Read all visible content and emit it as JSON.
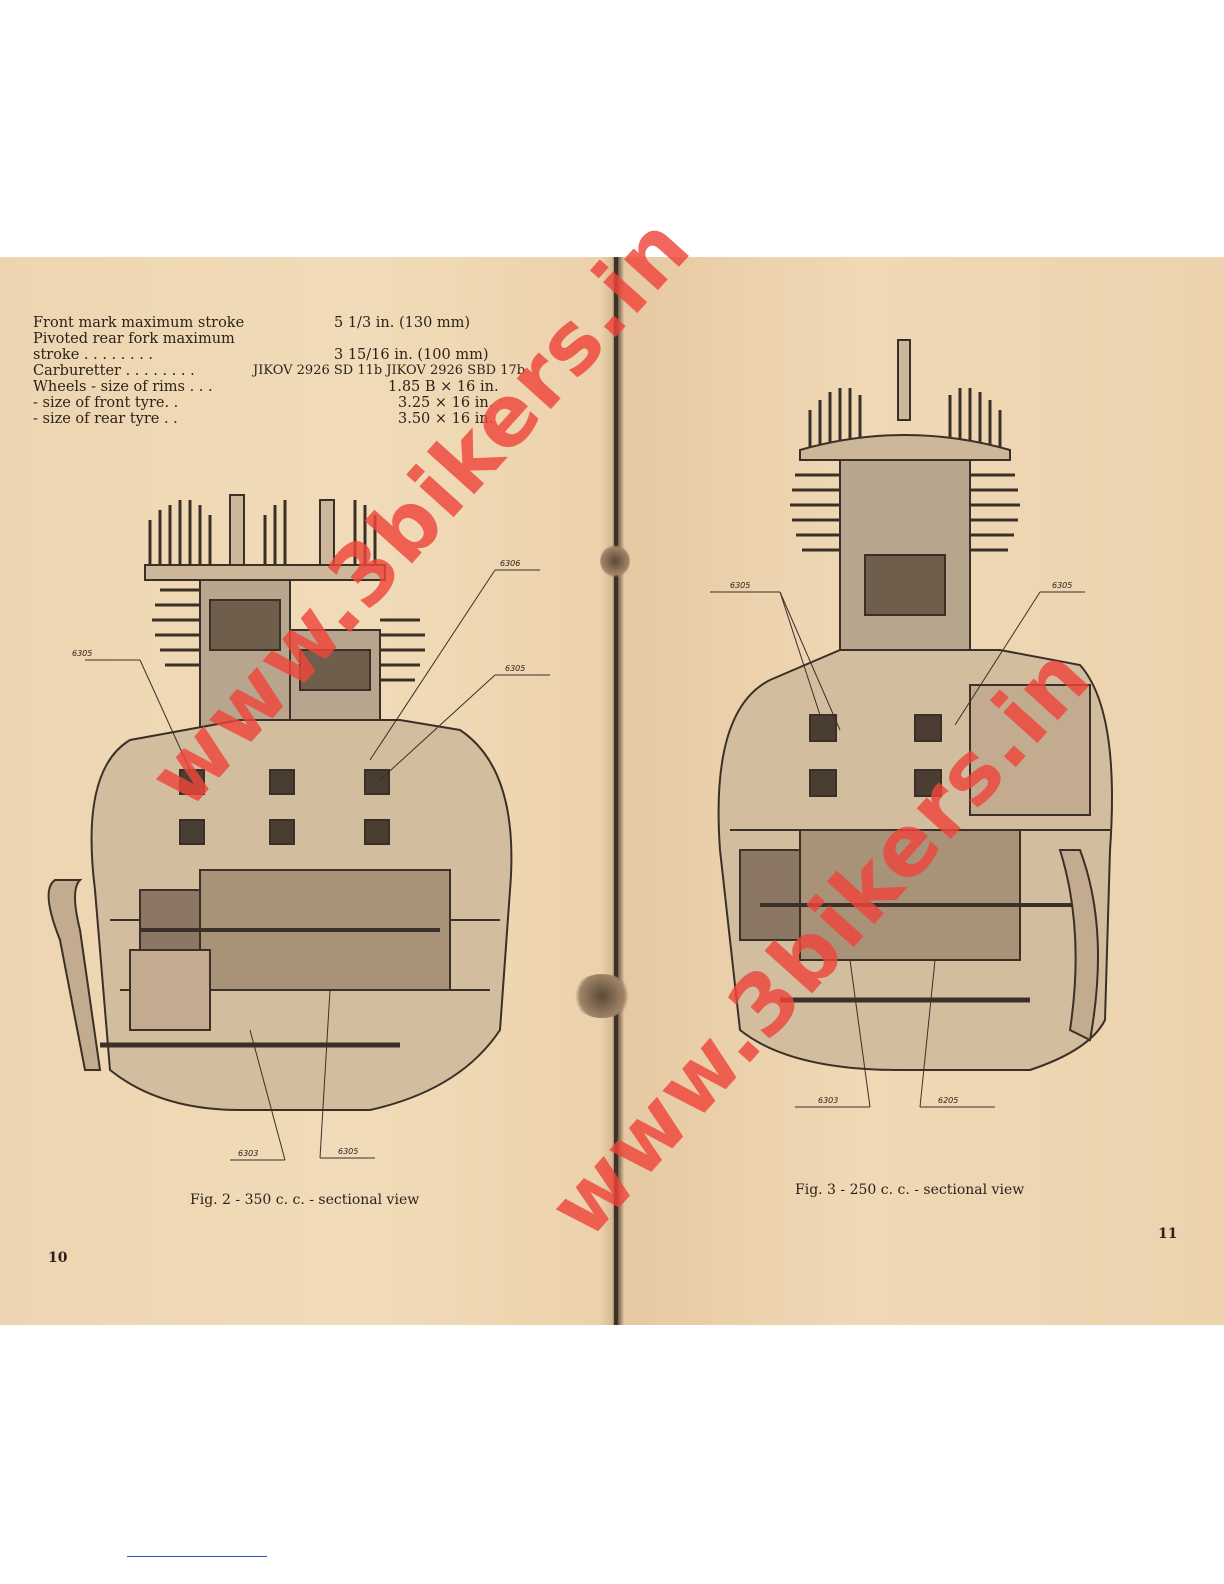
{
  "left_page": {
    "specs": [
      {
        "label": "Front mark maximum stroke",
        "value": "5 1/3 in. (130 mm)"
      },
      {
        "label": "Pivoted rear fork maximum",
        "value": ""
      },
      {
        "label": "    stroke . . . . . . . .",
        "value": "3 15/16 in. (100 mm)"
      },
      {
        "label": "Carburetter . . . . . . . .",
        "value": "JIKOV 2926 SD 11b JIKOV 2926 SBD 17b"
      },
      {
        "label": "Wheels - size of rims . . .",
        "value": "1.85 B × 16 in."
      },
      {
        "label": "        - size of front tyre. .",
        "value": "3.25 × 16 in."
      },
      {
        "label": "        - size of rear tyre . .",
        "value": "3.50 × 16 in."
      }
    ],
    "figure_labels": [
      "6306",
      "6305",
      "6305",
      "6303",
      "6305"
    ],
    "caption": "Fig. 2 - 350 c. c. - sectional view",
    "page_number": "10"
  },
  "right_page": {
    "figure_labels": [
      "6305",
      "6305",
      "6303",
      "6205"
    ],
    "caption": "Fig. 3 - 250 c. c. - sectional view",
    "page_number": "11"
  },
  "watermark": "www.3bikers.in",
  "colors": {
    "paper": "#eed5b1",
    "ink": "#2a221b",
    "watermark": "#ee463a"
  }
}
